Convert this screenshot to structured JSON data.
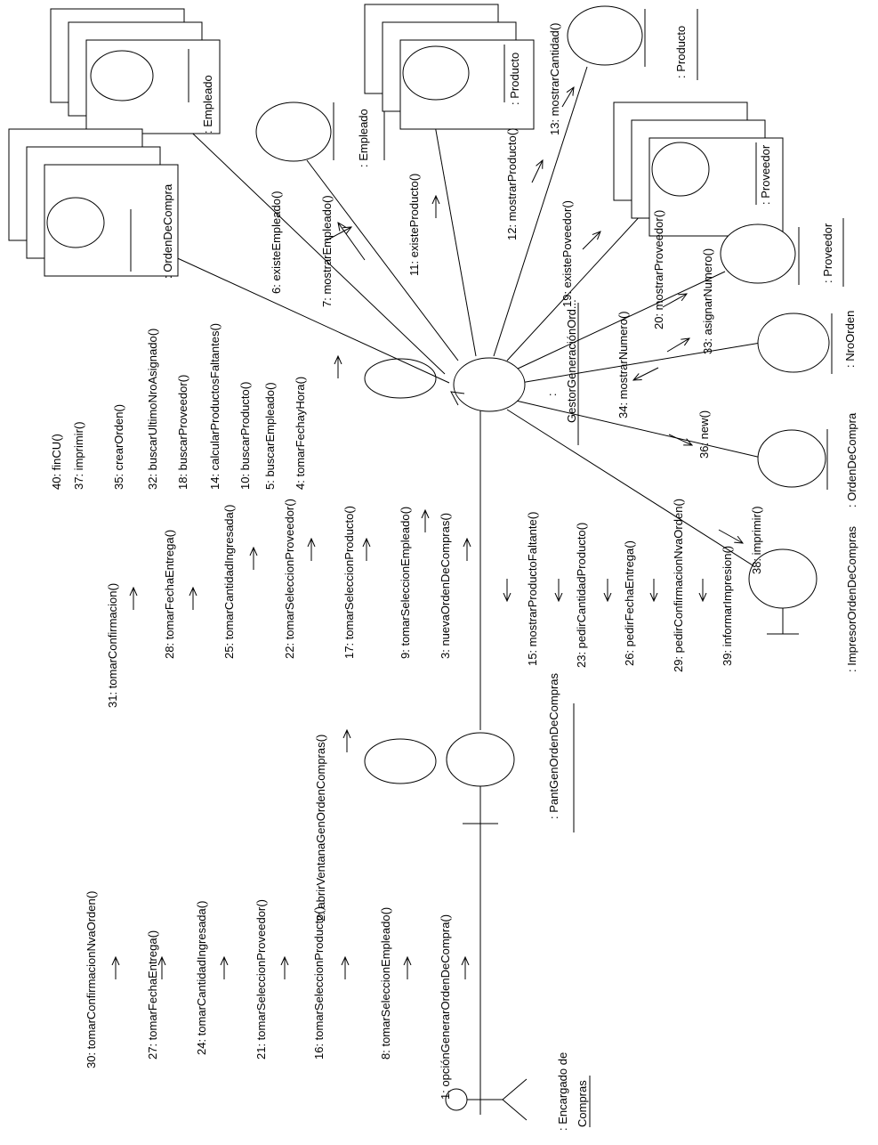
{
  "objects": {
    "actor": {
      "name": ": Encargado de",
      "name2": "Compras"
    },
    "pantalla": ": PantGenOrdenDeCompras",
    "gestor": {
      "name": ": ",
      "name2": "GestorGeneraciónOrd..."
    },
    "empleado_collection": ": Empleado",
    "empleado": ": Empleado",
    "producto_collection": ": Producto",
    "producto": ": Producto",
    "proveedor_collection": ": Proveedor",
    "proveedor": ": Proveedor",
    "ordendecompra_collection": ": OrdenDeCompra",
    "nroorden": ": NroOrden",
    "ordendecompra": ": OrdenDeCompra",
    "impresor": ": ImpresorOrdenDeCompras"
  },
  "messages": {
    "actor_to_pant": [
      "30: tomarConfirmacionNvaOrden()",
      "27: tomarFechaEntrega()",
      "24: tomarCantidadIngresada()",
      "21: tomarSeleccionProveedor()",
      "16: tomarSeleccionProducto()",
      "8: tomarSeleccionEmpleado()",
      "1: opciónGenerarOrdenDeCompra()"
    ],
    "pant_self": "2: abrirVentanaGenOrdenCompras()",
    "pant_to_gestor": [
      "31: tomarConfirmacion()",
      "28: tomarFechaEntrega()",
      "25: tomarCantidadIngresada()",
      "22: tomarSeleccionProveedor()",
      "17: tomarSeleccionProducto()",
      "9: tomarSeleccionEmpleado()",
      "3: nuevaOrdenDeCompras()"
    ],
    "gestor_to_pant": [
      "15: mostrarProductoFaltante()",
      "23: pedirCantidadProducto()",
      "26: pedirFechaEntrega()",
      "29: pedirConfirmacionNvaOrden()",
      "39: informarImpresion()"
    ],
    "gestor_self": [
      "40: finCU()",
      "37: imprimir()",
      "35: crearOrden()",
      "32: buscarUltimoNroAsignado()",
      "18: buscarProveedor()",
      "14: calcularProductosFaltantes()",
      "10: buscarProducto()",
      "5: buscarEmpleado()",
      "4: tomarFechayHora()"
    ],
    "gestor_to_empleado": [
      "6: existeEmpleado()",
      "7: mostrarEmpleado()"
    ],
    "gestor_to_producto": [
      "11: existeProducto()",
      "12: mostrarProducto()",
      "13: mostrarCantidad()"
    ],
    "gestor_to_proveedor": [
      "19: existePoveedor()",
      "20: mostrarProveedor()"
    ],
    "gestor_to_nroorden": [
      "33: asignarNumero()",
      "34: mostrarNumero()"
    ],
    "gestor_to_orden": "36: new()",
    "gestor_to_impresor": "38: imprimir()"
  }
}
